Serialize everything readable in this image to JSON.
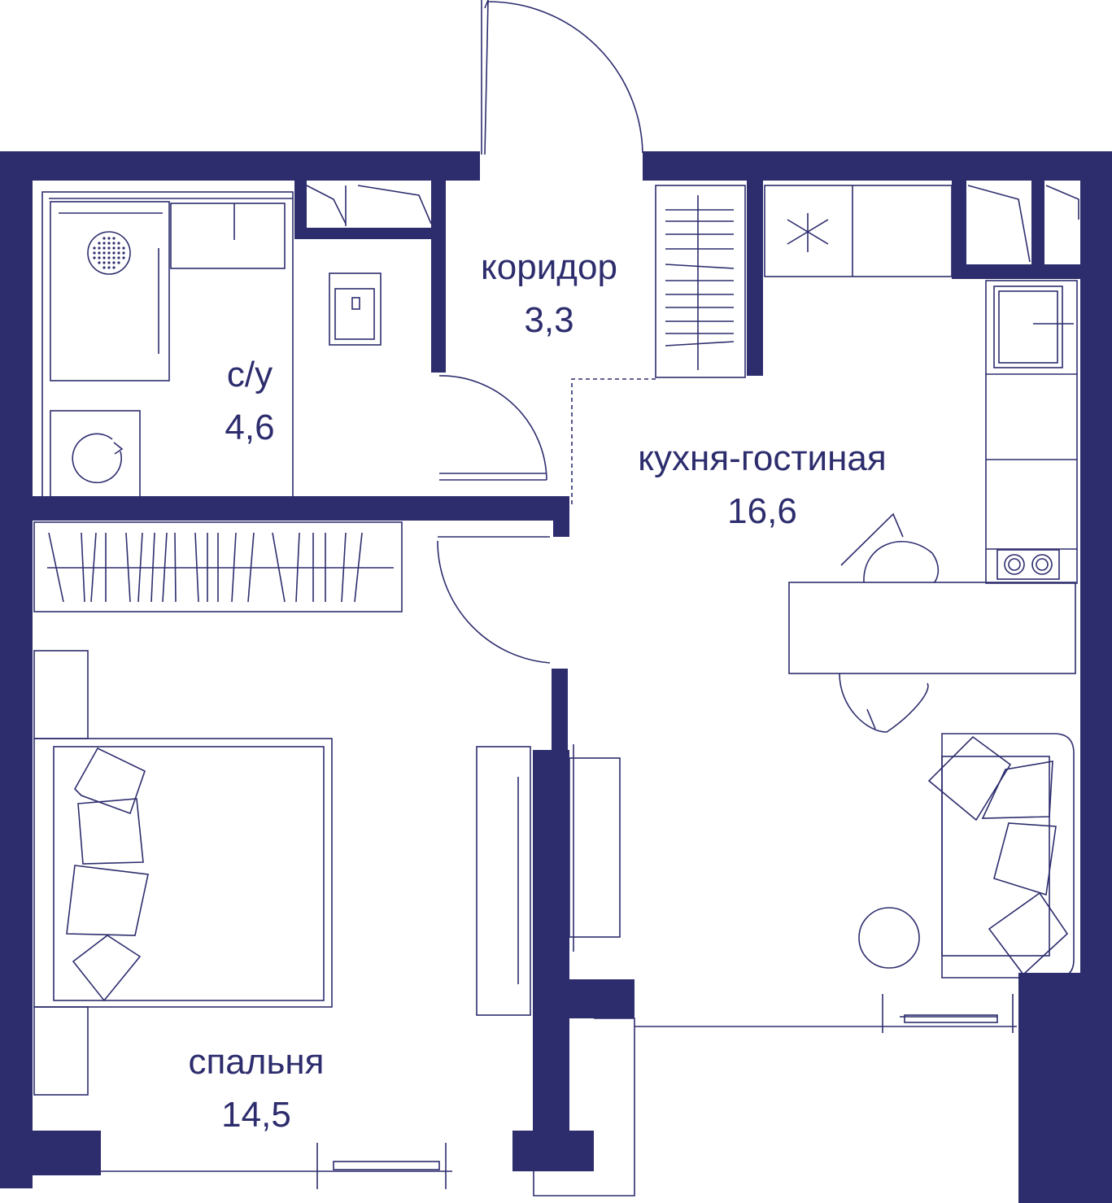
{
  "colors": {
    "wall": "#2d2d6e",
    "line": "#2d2d6e",
    "background": "#ffffff"
  },
  "rooms": {
    "corridor": {
      "name": "коридор",
      "area": "3,3"
    },
    "bathroom": {
      "name": "с/у",
      "area": "4,6"
    },
    "kitchen_living": {
      "name": "кухня-гостиная",
      "area": "16,6"
    },
    "bedroom": {
      "name": "спальня",
      "area": "14,5"
    }
  },
  "icons": {
    "shower": "shower-drain-icon",
    "washer": "washing-machine-icon",
    "stove": "cooktop-icon",
    "hood": "extractor-icon"
  }
}
